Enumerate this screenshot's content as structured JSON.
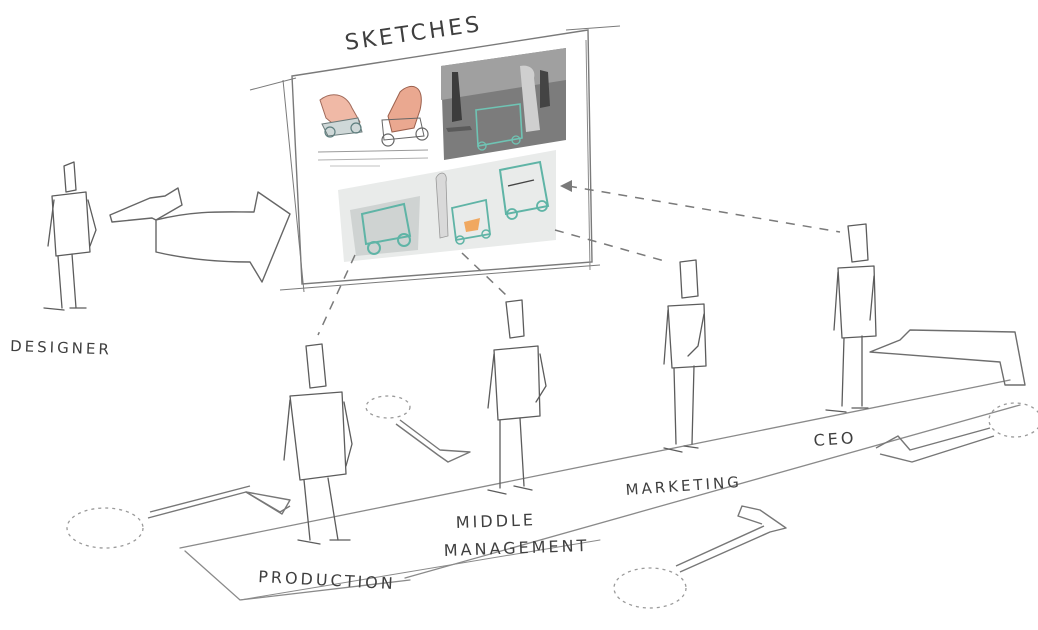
{
  "labels": {
    "sketches": "SKETCHES",
    "designer": "DESIGNER",
    "production": "PRODUCTION",
    "middle_management_line1": "MIDDLE",
    "middle_management_line2": "MANAGEMENT",
    "marketing": "MARKETING",
    "ceo": "CEO"
  },
  "colors": {
    "pencil": "#6e6e6e",
    "pencil_light": "#a8a8a8",
    "accent_teal": "#5fb4a6",
    "accent_peach": "#e8a18a",
    "photo_dark": "#6a6a6a"
  },
  "icons": [
    "person-figure-icon",
    "flow-arrow-icon",
    "sketch-board-icon",
    "stroller-sketch-icon"
  ]
}
